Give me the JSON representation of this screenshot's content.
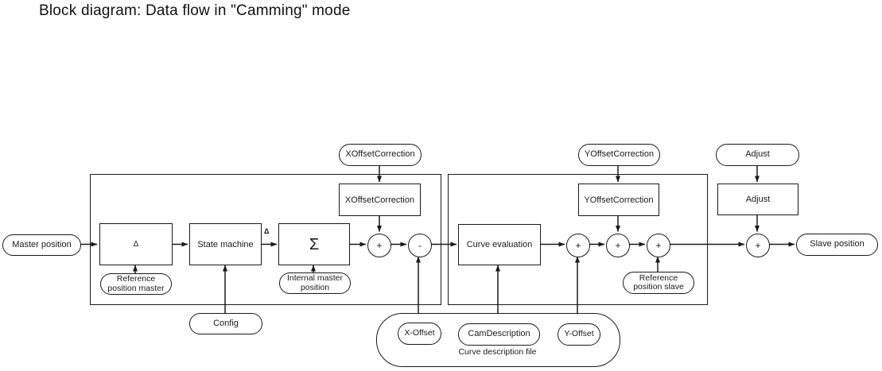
{
  "title": "Block diagram: Data flow in \"Camming\" mode",
  "colors": {
    "stroke": "#1a1a1e",
    "background": "#ffffff"
  },
  "diagram": {
    "inputs": {
      "master_position": "Master position",
      "x_offset_correction": "XOffsetCorrection",
      "y_offset_correction": "YOffsetCorrection",
      "adjust": "Adjust",
      "config": "Config",
      "reference_position_master": "Reference\nposition master",
      "internal_master_position": "Internal master\nposition",
      "reference_position_slave": "Reference\nposition slave"
    },
    "blocks": {
      "delta": "Δ",
      "state_machine": "State machine",
      "sigma": "Σ",
      "x_offset_correction": "XOffsetCorrection",
      "curve_evaluation": "Curve evaluation",
      "y_offset_correction": "YOffsetCorrection",
      "adjust": "Adjust"
    },
    "operators": {
      "plus": "+",
      "minus": "-"
    },
    "edge_labels": {
      "delta": "Δ"
    },
    "outputs": {
      "slave_position": "Slave position"
    },
    "curve_description_file": {
      "label": "Curve description file",
      "items": {
        "x_offset": "X-Offset",
        "cam_description": "CamDescription",
        "y_offset": "Y-Offset"
      }
    }
  }
}
